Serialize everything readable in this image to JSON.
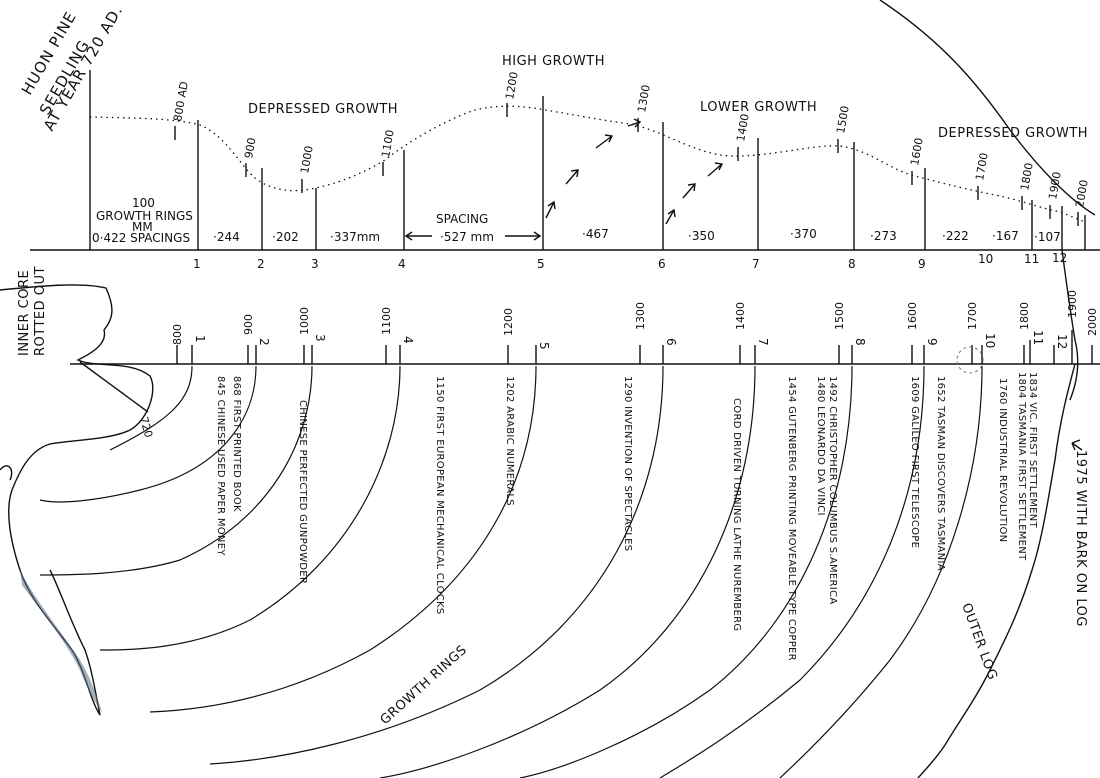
{
  "title": {
    "lines": [
      "HUON PINE",
      "SEEDLING",
      "AT YEAR 720 AD."
    ]
  },
  "growth_labels": [
    {
      "text": "HIGH GROWTH"
    },
    {
      "text": "DEPRESSED GROWTH"
    },
    {
      "text": "LOWER GROWTH"
    },
    {
      "text": "DEPRESSED GROWTH"
    }
  ],
  "curve_years": [
    "800 AD",
    "900",
    "1000",
    "1100",
    "1200",
    "1300",
    "1400",
    "1500",
    "1600",
    "1700",
    "1800",
    "1900",
    "2000"
  ],
  "header_note": {
    "line1": "100",
    "line2": "GROWTH RINGS",
    "line3": "MM",
    "line4": "0·422 SPACINGS"
  },
  "spacing_note": "SPACING",
  "spacings": [
    "·244",
    "·202",
    "·337mm",
    "·527 mm",
    "·467",
    "·350",
    "·370",
    "·273",
    "·222",
    "·167",
    "·107"
  ],
  "top_axis_ticks": [
    "1",
    "2",
    "3",
    "4",
    "5",
    "6",
    "7",
    "8",
    "9",
    "10",
    "11",
    "12"
  ],
  "lower_axis_years": [
    "800",
    "900",
    "1000",
    "1100",
    "1200",
    "1300",
    "1400",
    "1500",
    "1600",
    "1700",
    "1800",
    "1900",
    "2000"
  ],
  "lower_axis_ticks": [
    "1",
    "2",
    "3",
    "4",
    "5",
    "6",
    "7",
    "8",
    "9",
    "10",
    "11",
    "12"
  ],
  "events": [
    {
      "text": "868 FIRST PRINTED BOOK"
    },
    {
      "text": "845 CHINESE USED PAPER MONEY"
    },
    {
      "text": "CHINESE PERFECTED GUNPOWDER"
    },
    {
      "text": "1150 FIRST EUROPEAN MECHANICAL CLOCKS"
    },
    {
      "text": "1202 ARABIC NUMERALS"
    },
    {
      "text": "1290 INVENTION OF SPECTACLES"
    },
    {
      "text": "CORD DRIVEN TURNING LATHE NUREMBERG"
    },
    {
      "text": "1454 GUTENBERG PRINTING MOVEABLE TYPE COPPER"
    },
    {
      "text": "1492 CHRISTOPHER COLUMBUS S.AMERICA"
    },
    {
      "text": "1480 LEONARDO DA VINCI"
    },
    {
      "text": "1609 GALILEO FIRST TELESCOPE"
    },
    {
      "text": "1652 TASMAN DISCOVERS TASMANIA"
    },
    {
      "text": "1760 INDUSTRIAL REVOLUTION"
    },
    {
      "text": "1834 VIC. FIRST SETTLEMENT"
    },
    {
      "text": "1804 TASMANIA FIRST SETTLEMENT"
    }
  ],
  "inner_core": {
    "line1": "INNER CORE",
    "line2": "ROTTED OUT"
  },
  "seed_year": "720",
  "outer_log": "OUTER LOG",
  "bark_note": "1975 WITH BARK ON LOG",
  "growth_rings_label": "GROWTH RINGS"
}
